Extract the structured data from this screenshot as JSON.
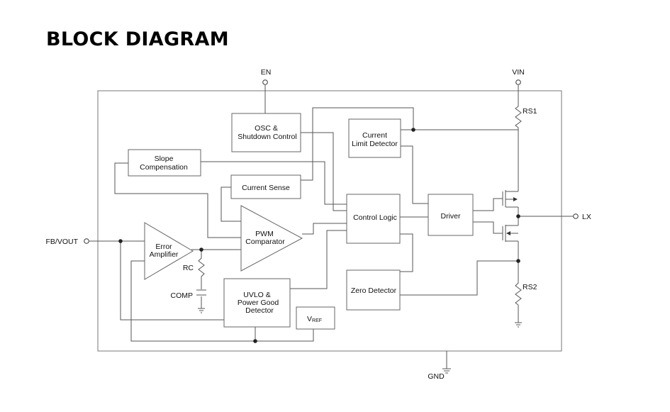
{
  "title": "BLOCK DIAGRAM",
  "pins": {
    "en": "EN",
    "vin": "VIN",
    "fb_vout": "FB/VOUT",
    "lx": "LX",
    "gnd": "GND",
    "comp": "COMP"
  },
  "blocks": {
    "osc_line1": "OSC &",
    "osc_line2": "Shutdown Control",
    "cld_line1": "Current",
    "cld_line2": "Limit Detector",
    "slope_line1": "Slope",
    "slope_line2": "Compensation",
    "current_sense": "Current Sense",
    "control_logic": "Control Logic",
    "driver": "Driver",
    "pwm_line1": "PWM",
    "pwm_line2": "Comparator",
    "ea_line1": "Error",
    "ea_line2": "Amplifier",
    "uvlo_line1": "UVLO &",
    "uvlo_line2": "Power Good",
    "uvlo_line3": "Detector",
    "zero_detector": "Zero Detector",
    "vref_main": "V",
    "vref_sub": "REF"
  },
  "components": {
    "rs1": "RS1",
    "rs2": "RS2",
    "rc": "RC"
  }
}
